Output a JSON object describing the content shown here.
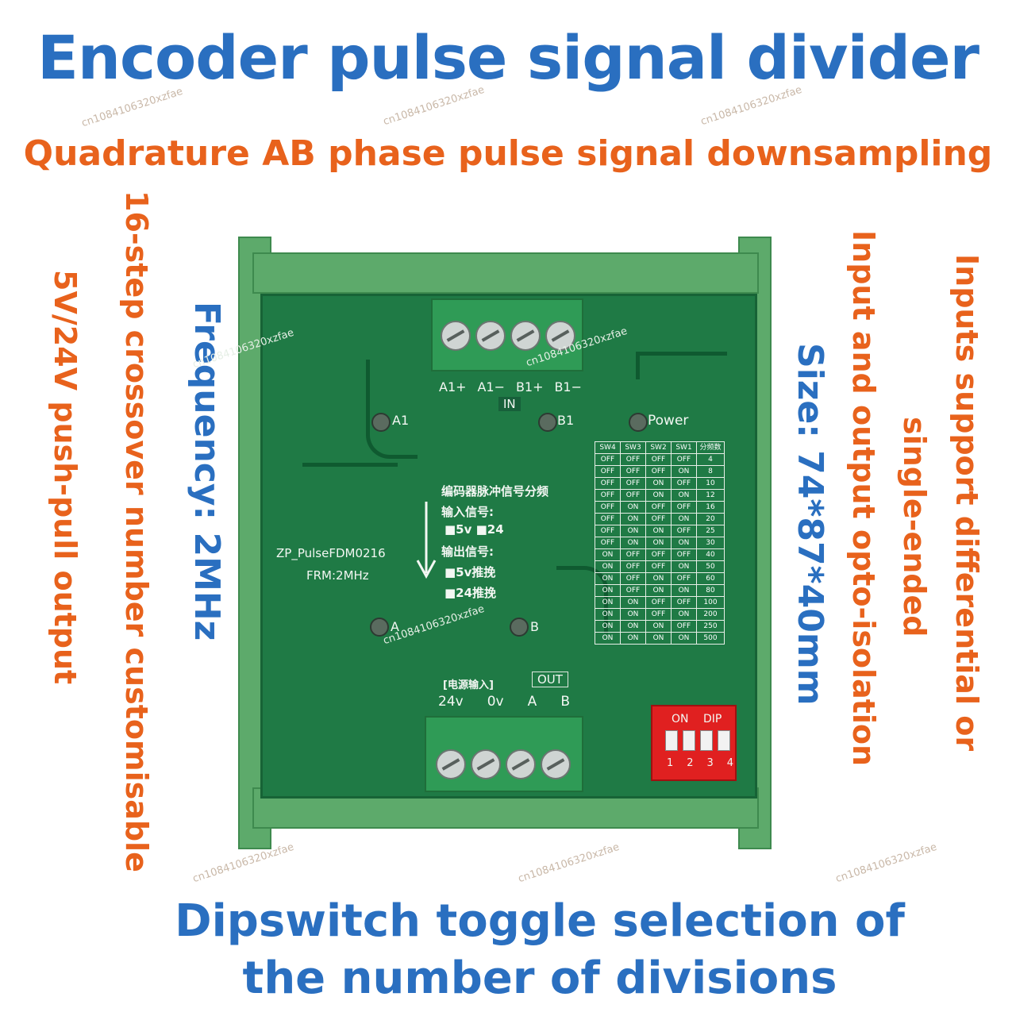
{
  "title": "Encoder pulse signal divider",
  "subtitle": "Quadrature AB phase pulse signal downsampling",
  "left_text": {
    "line1": "16-step crossover number customisable",
    "line2": "5V/24V push-pull output"
  },
  "frequency_text": "Frequency: 2MHz",
  "right_text": {
    "size": "Size: 74*87*40mm",
    "isolation": "Input and output opto-isolation",
    "inputs_line1": "Inputs support differential or",
    "inputs_line2": "single-ended"
  },
  "bottom_text": {
    "line1": "Dipswitch toggle selection of",
    "line2": "the number of divisions"
  },
  "watermark": "cn1084106320xzfae",
  "board": {
    "input_labels": [
      "A1+",
      "A1−",
      "B1+",
      "B1−"
    ],
    "in_label": "IN",
    "led_a1": "A1",
    "led_b1": "B1",
    "led_power": "Power",
    "led_a": "A",
    "led_b": "B",
    "cn_title": "编码器脉冲信号分频",
    "cn_input": "输入信号:",
    "cn_input_opts": "■5v ■24",
    "cn_output": "输出信号:",
    "cn_output_opt1": "■5v推挽",
    "cn_output_opt2": "■24推挽",
    "model": "ZP_PulseFDM0216",
    "frm": "FRM:2MHz",
    "power_input": "[电源输入]",
    "out_label": "OUT",
    "output_labels": [
      "24v",
      "0v",
      "A",
      "B"
    ],
    "dip_on": "ON",
    "dip_label": "DIP",
    "dip_numbers": [
      "1",
      "2",
      "3",
      "4"
    ]
  },
  "division_table": {
    "headers": [
      "SW4",
      "SW3",
      "SW2",
      "SW1",
      "分频数"
    ],
    "rows": [
      [
        "OFF",
        "OFF",
        "OFF",
        "OFF",
        "4"
      ],
      [
        "OFF",
        "OFF",
        "OFF",
        "ON",
        "8"
      ],
      [
        "OFF",
        "OFF",
        "ON",
        "OFF",
        "10"
      ],
      [
        "OFF",
        "OFF",
        "ON",
        "ON",
        "12"
      ],
      [
        "OFF",
        "ON",
        "OFF",
        "OFF",
        "16"
      ],
      [
        "OFF",
        "ON",
        "OFF",
        "ON",
        "20"
      ],
      [
        "OFF",
        "ON",
        "ON",
        "OFF",
        "25"
      ],
      [
        "OFF",
        "ON",
        "ON",
        "ON",
        "30"
      ],
      [
        "ON",
        "OFF",
        "OFF",
        "OFF",
        "40"
      ],
      [
        "ON",
        "OFF",
        "OFF",
        "ON",
        "50"
      ],
      [
        "ON",
        "OFF",
        "ON",
        "OFF",
        "60"
      ],
      [
        "ON",
        "OFF",
        "ON",
        "ON",
        "80"
      ],
      [
        "ON",
        "ON",
        "OFF",
        "OFF",
        "100"
      ],
      [
        "ON",
        "ON",
        "OFF",
        "ON",
        "200"
      ],
      [
        "ON",
        "ON",
        "ON",
        "OFF",
        "250"
      ],
      [
        "ON",
        "ON",
        "ON",
        "ON",
        "500"
      ]
    ]
  },
  "colors": {
    "title_blue": "#2a6fc0",
    "accent_orange": "#e8621c",
    "pcb_green": "#1f7a45",
    "rail_green": "#5daa6b",
    "dip_red": "#e02020"
  }
}
